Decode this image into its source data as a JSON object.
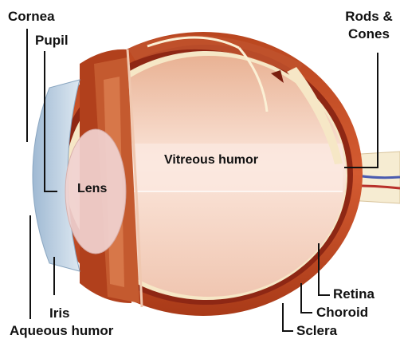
{
  "labels": {
    "cornea": "Cornea",
    "pupil": "Pupil",
    "rods_cones_line1": "Rods &",
    "rods_cones_line2": "Cones",
    "lens": "Lens",
    "vitreous": "Vitreous humor",
    "iris": "Iris",
    "aqueous": "Aqueous humor",
    "retina": "Retina",
    "choroid": "Choroid",
    "sclera": "Sclera"
  },
  "colors": {
    "sclera": "#c8502a",
    "choroid": "#9a2a16",
    "retina": "#f4e6c2",
    "vitreous_light": "#fbe3d8",
    "vitreous_mid": "#f0c3ad",
    "cornea": "#a9c4dd",
    "lens": "#f1d2cf",
    "optic_nerve": "#f4ead0",
    "label_text": "#111111"
  }
}
